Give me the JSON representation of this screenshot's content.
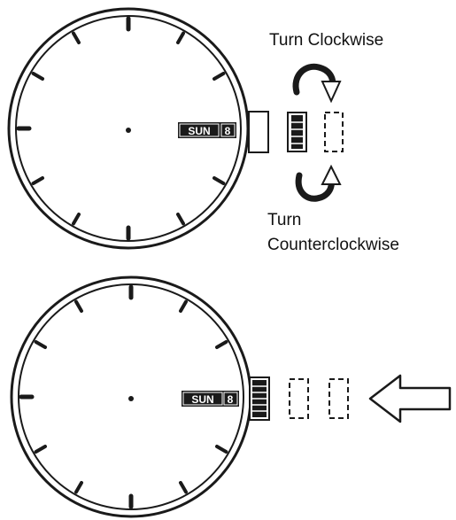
{
  "labels": {
    "turn_clockwise": "Turn Clockwise",
    "turn_counter_line1": "Turn",
    "turn_counter_line2": "Counterclockwise"
  },
  "date_window": {
    "day_text": "SUN",
    "date_text": "8"
  },
  "colors": {
    "stroke": "#1a1a1a",
    "background": "#ffffff"
  },
  "icons": [
    "clockwise-arrow-icon",
    "counterclockwise-arrow-icon",
    "push-arrow-icon"
  ]
}
